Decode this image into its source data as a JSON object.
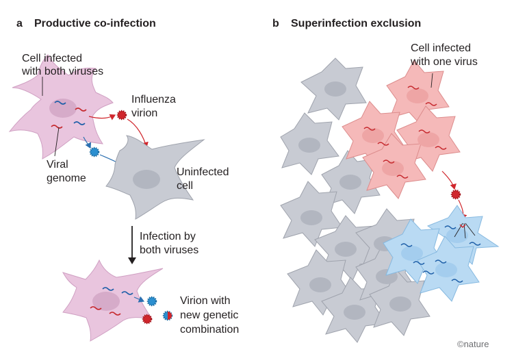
{
  "panel_a": {
    "letter": "a",
    "title": "Productive co-infection",
    "cell_infected": [
      "Cell infected",
      "with both viruses"
    ],
    "influenza": [
      "Influenza",
      "virion"
    ],
    "viral_genome": [
      "Viral",
      "genome"
    ],
    "uninfected": [
      "Uninfected",
      "cell"
    ],
    "infection_by": [
      "Infection by",
      "both viruses"
    ],
    "virion_new": [
      "Virion with",
      "new genetic",
      "combination"
    ]
  },
  "panel_b": {
    "letter": "b",
    "title": "Superinfection exclusion",
    "cell_one_virus": [
      "Cell infected",
      "with one virus"
    ]
  },
  "credit": "©nature",
  "colors": {
    "grey_cell": "#c8cbd3",
    "pink_cell": "#e9c5de",
    "red_cell": "#f5b9b9",
    "blue_cell": "#b9daf3",
    "red_virion": "#d0262c",
    "blue_virion": "#2b8fd0",
    "red_genome": "#c62a2f",
    "blue_genome": "#1e5fa8"
  }
}
